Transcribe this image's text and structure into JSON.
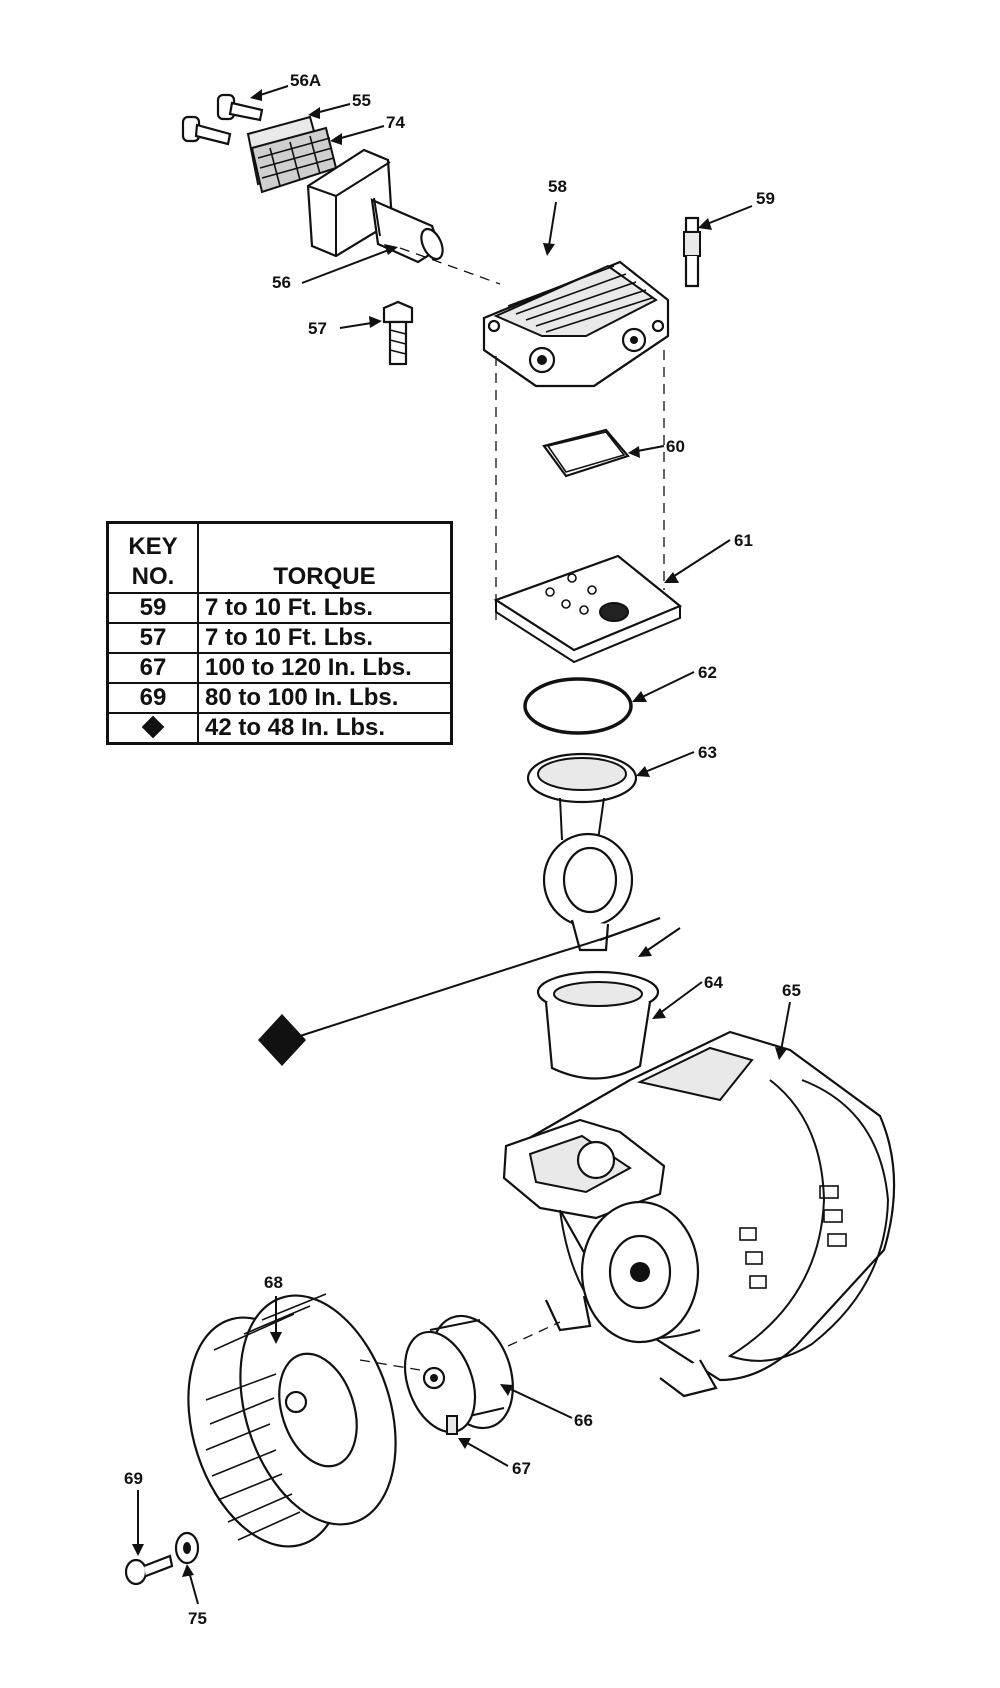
{
  "callouts": {
    "c56a": "56A",
    "c55": "55",
    "c74": "74",
    "c58": "58",
    "c59": "59",
    "c56": "56",
    "c57": "57",
    "c60": "60",
    "c61": "61",
    "c62": "62",
    "c63": "63",
    "c64": "64",
    "c65": "65",
    "c68": "68",
    "c66": "66",
    "c69": "69",
    "c67": "67",
    "c75": "75"
  },
  "torque_table": {
    "header_key_line1": "KEY",
    "header_key_line2": "NO.",
    "header_torque": "TORQUE",
    "rows": [
      {
        "key": "59",
        "torque": "7 to 10 Ft. Lbs."
      },
      {
        "key": "57",
        "torque": "7 to 10 Ft. Lbs."
      },
      {
        "key": "67",
        "torque": "100 to 120 In. Lbs."
      },
      {
        "key": "69",
        "torque": "80 to 100 In. Lbs."
      },
      {
        "key": "diamond-icon",
        "torque": "42 to 48 In. Lbs."
      }
    ]
  },
  "colors": {
    "ink": "#111111",
    "paper": "#ffffff"
  }
}
